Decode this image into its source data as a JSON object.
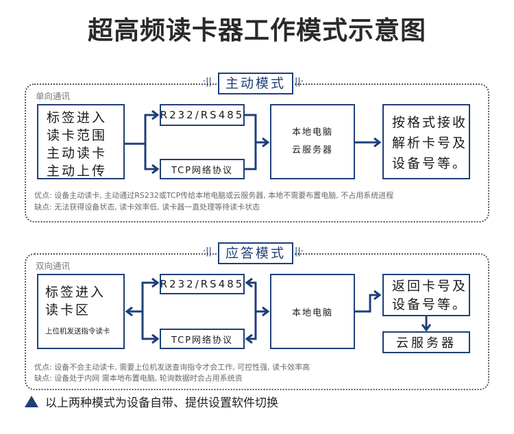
{
  "title": "超高频读卡器工作模式示意图",
  "deco": "·||",
  "deco_r": "||·",
  "active": {
    "badge": "主动模式",
    "label": "单向通讯",
    "source_lines": [
      "标签进入",
      "读卡范围",
      "主动读卡",
      "主动上传"
    ],
    "link_rs": "R232/RS485",
    "link_tcp": "TCP网络协议",
    "host_lines": [
      "本地电脑",
      "云服务器"
    ],
    "result_lines": [
      "按格式接收",
      "解析卡号及",
      "设备号等。"
    ],
    "pros": "优点: 设备主动读卡, 主动通过RS232或TCP传给本地电脑或云服务器, 本地不需要布置电脑, 不占用系统进程",
    "cons": "缺点: 无法获得设备状态, 读卡效率低, 读卡器一直处理等待读卡状态"
  },
  "response": {
    "badge": "应答模式",
    "label": "双向通讯",
    "source_lines": [
      "标签进入",
      "读卡区"
    ],
    "source_sub": "上位机发送指令读卡",
    "link_rs": "R232/RS485",
    "link_tcp": "TCP网络协议",
    "host": "本地电脑",
    "result_lines": [
      "返回卡号及",
      "设备号等。"
    ],
    "cloud": "云服务器",
    "pros": "优点:  设备不会主动读卡, 需要上位机发送查询指令才会工作, 可控性强, 读卡效率高",
    "cons": "缺点: 设备处于内网 需本地布置电脑, 轮询数据时会占用系统资"
  },
  "footer": "以上两种模式为设备自带、提供设置软件切换",
  "colors": {
    "accent": "#1e3f78",
    "border": "#555555",
    "text": "#1b1b1b"
  }
}
